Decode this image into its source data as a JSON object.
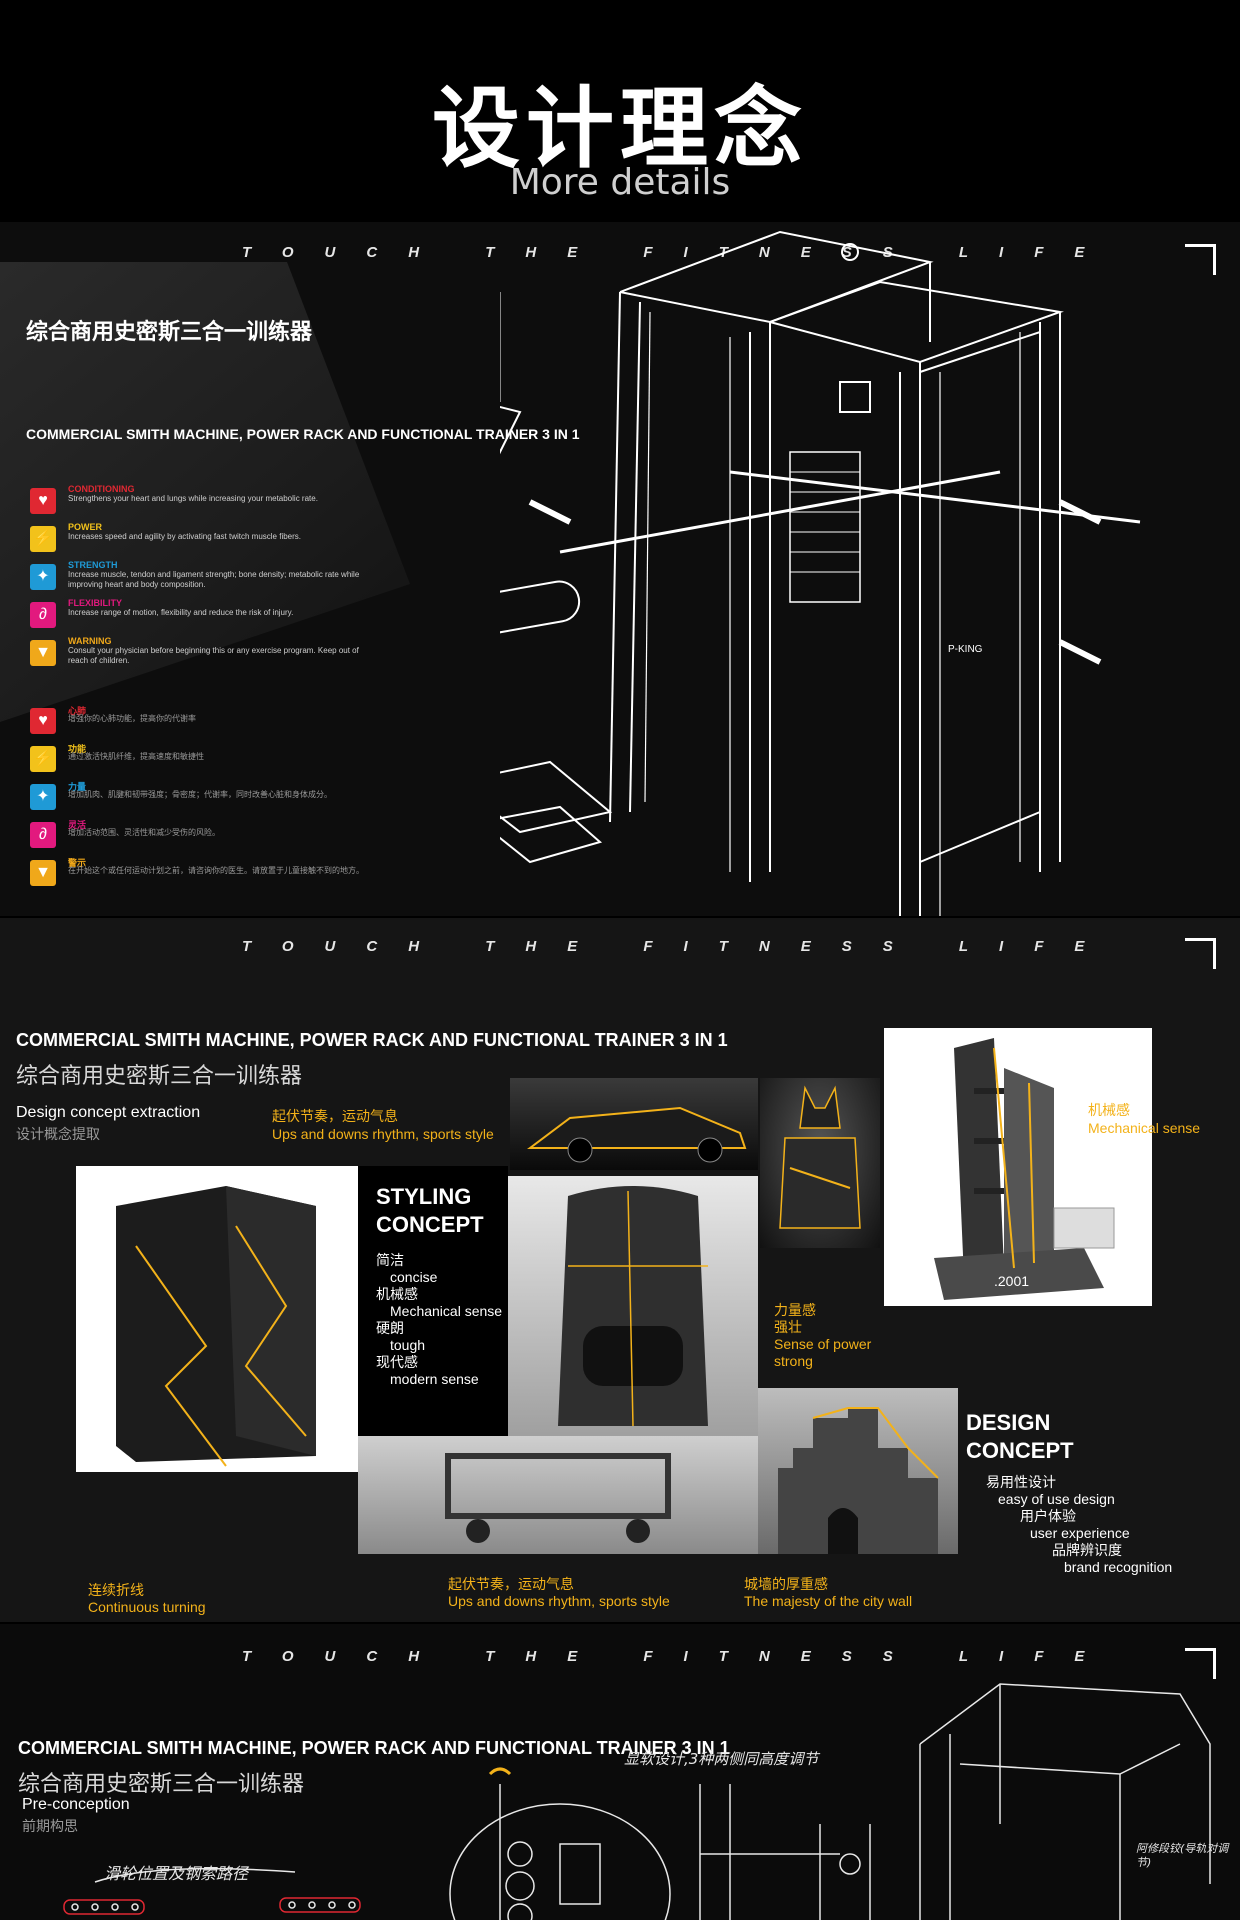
{
  "header": {
    "title": "设计理念",
    "subtitle": "More details"
  },
  "tagline": "TOUCH THE FITNESS LIFE",
  "panel1": {
    "cn_title": "综合商用史密斯三合一训练器",
    "en_title": "COMMERCIAL SMITH MACHINE, POWER RACK AND FUNCTIONAL TRAINER 3 IN 1",
    "features_en": [
      {
        "name": "CONDITIONING",
        "desc": "Strengthens your heart and lungs while increasing your metabolic rate.",
        "color": "#e02832",
        "icon": "heart-icon"
      },
      {
        "name": "POWER",
        "desc": "Increases speed and agility by activating fast twitch muscle fibers.",
        "color": "#f2c21b",
        "icon": "lightning-icon"
      },
      {
        "name": "STRENGTH",
        "desc": "Increase muscle, tendon and ligament strength; bone density; metabolic rate while improving heart and body composition.",
        "color": "#1f9ad6",
        "icon": "strength-icon"
      },
      {
        "name": "FLEXIBILITY",
        "desc": "Increase range of motion, flexibility and reduce the risk of injury.",
        "color": "#e2197e",
        "icon": "flexibility-icon"
      },
      {
        "name": "WARNING",
        "desc": "Consult your physician before beginning this or any exercise program. Keep out of reach of children.",
        "color": "#f0a81a",
        "icon": "warning-icon"
      }
    ],
    "features_cn": [
      {
        "name": "心肺",
        "desc": "增强你的心肺功能，提高你的代谢率",
        "color": "#e02832",
        "icon": "heart-icon"
      },
      {
        "name": "功能",
        "desc": "通过激活快肌纤维，提高速度和敏捷性",
        "color": "#f2c21b",
        "icon": "lightning-icon"
      },
      {
        "name": "力量",
        "desc": "增加肌肉、肌腱和韧带强度；骨密度；代谢率，同时改善心脏和身体成分。",
        "color": "#1f9ad6",
        "icon": "strength-icon"
      },
      {
        "name": "灵活",
        "desc": "增加活动范围、灵活性和减少受伤的风险。",
        "color": "#e2197e",
        "icon": "flexibility-icon"
      },
      {
        "name": "警示",
        "desc": "在开始这个或任何运动计划之前，请咨询你的医生。请放置于儿童接触不到的地方。",
        "color": "#f0a81a",
        "icon": "warning-icon"
      }
    ]
  },
  "panel2": {
    "en_title": "COMMERCIAL SMITH MACHINE, POWER RACK AND FUNCTIONAL TRAINER 3 IN 1",
    "cn_title": "综合商用史密斯三合一训练器",
    "extraction_en": "Design concept extraction",
    "extraction_cn": "设计概念提取",
    "caption_top_cn": "起伏节奏，运动气息",
    "caption_top_en": "Ups and downs rhythm, sports style",
    "styling_heading": [
      "STYLING",
      "CONCEPT"
    ],
    "styling_items": [
      "简洁",
      "concise",
      "机械感",
      "Mechanical sense",
      "硬朗",
      "tough",
      "现代感",
      "modern sense"
    ],
    "mech_cn": "机械感",
    "mech_en": "Mechanical sense",
    "power_cn1": "力量感",
    "power_cn2": "强壮",
    "power_en1": "Sense of power",
    "power_en2": "strong",
    "design_heading": [
      "DESIGN",
      "CONCEPT"
    ],
    "design_items": [
      "易用性设计",
      "easy of use design",
      "用户体验",
      "user experience",
      "品牌辨识度",
      "brand recognition"
    ],
    "bottom_captions": [
      {
        "cn": "连续折线",
        "en": "Continuous turning"
      },
      {
        "cn": "起伏节奏，运动气息",
        "en": "Ups and downs rhythm, sports style"
      },
      {
        "cn": "城墙的厚重感",
        "en": "The majesty of the city wall"
      }
    ],
    "machine_label": ".2001"
  },
  "panel3": {
    "en_title": "COMMERCIAL SMITH MACHINE, POWER RACK AND FUNCTIONAL TRAINER 3 IN 1",
    "cn_title": "综合商用史密斯三合一训练器",
    "preconception_en": "Pre-conception",
    "preconception_cn": "前期构思",
    "sketch_note_top": "显软设计,3种两侧同高度调节",
    "sketch_note_left": "滑轮位置及钢索路径",
    "sketch_note_right": "阿修段铰(导轨对调节)"
  }
}
